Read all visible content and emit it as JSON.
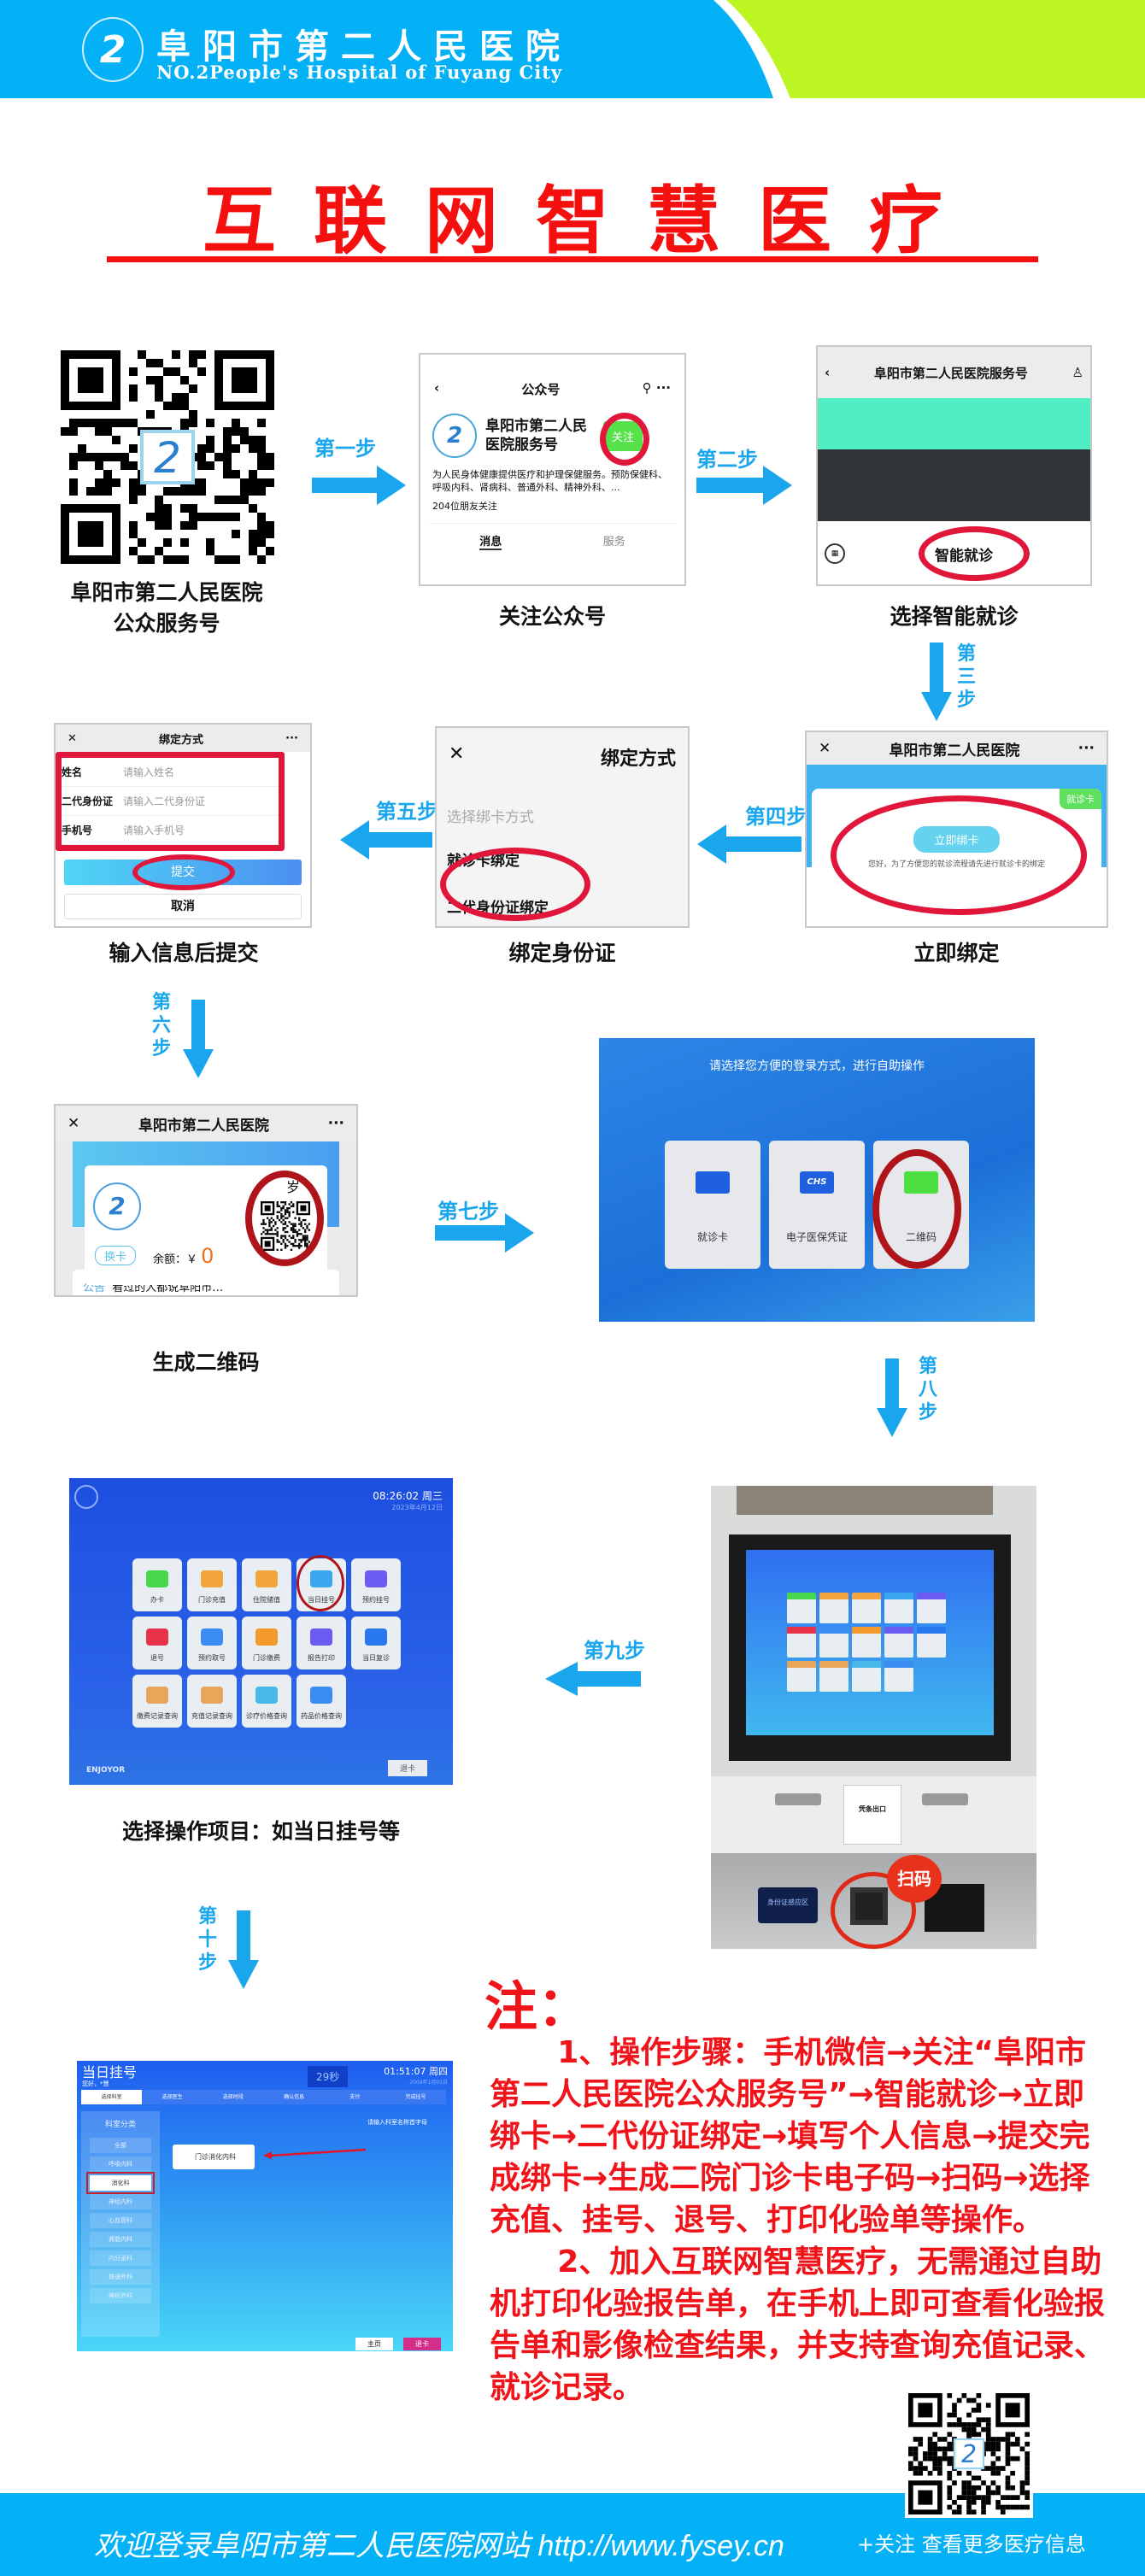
{
  "header": {
    "name_cn": "阜阳市第二人民医院",
    "name_en": "NO.2People's Hospital of Fuyang City",
    "logo_mark": "2"
  },
  "title": "互联网智慧医疗",
  "colors": {
    "brand_blue": "#04b1f7",
    "brand_green": "#bdf522",
    "accent_red": "#f51010",
    "arrow_blue": "#19a6ec"
  },
  "steps": {
    "s1": "第一步",
    "s2": "第二步",
    "s3": "第三步",
    "s4": "第四步",
    "s5": "第五步",
    "s6": "第六步",
    "s7": "第七步",
    "s8": "第八步",
    "s9": "第九步",
    "s10": "第十步"
  },
  "captions": {
    "qr_line1": "阜阳市第二人民医院",
    "qr_line2": "公众服务号",
    "follow": "关注公众号",
    "smart": "选择智能就诊",
    "bind_now": "立即绑定",
    "bind_id": "绑定身份证",
    "submit_info": "输入信息后提交",
    "gen_qr": "生成二维码",
    "select_item": "选择操作项目：如当日挂号等"
  },
  "s_follow": {
    "title": "公众号",
    "name": "阜阳市第二人民医院服务号",
    "follow_btn": "关注",
    "desc": "为人民身体健康提供医疗和护理保健服务。预防保健科、呼吸内科、肾病科、普通外科、精神外科、...",
    "friends": "204位朋友关注",
    "tab1": "消息",
    "tab2": "服务"
  },
  "s_smart": {
    "title": "阜阳市第二人民医院服务号",
    "menu": "智能就诊"
  },
  "s_bindnow": {
    "title": "阜阳市第二人民医院",
    "tag": "就诊卡",
    "btn": "立即绑卡",
    "tip": "您好，为了方便您的就诊流程请先进行就诊卡的绑定"
  },
  "s_bindway": {
    "title": "绑定方式",
    "prompt": "选择绑卡方式",
    "opt1": "就诊卡绑定",
    "opt2": "二代身份证绑定"
  },
  "s_form": {
    "title": "绑定方式",
    "rows": [
      {
        "label": "姓名",
        "ph": "请输入姓名"
      },
      {
        "label": "二代身份证",
        "ph": "请输入二代身份证"
      },
      {
        "label": "手机号",
        "ph": "请输入手机号"
      }
    ],
    "submit": "提交",
    "cancel": "取消"
  },
  "s_qr": {
    "title": "阜阳市第二人民医院",
    "age": "岁",
    "switch": "换卡",
    "balance_label": "余额：￥",
    "balance": "0",
    "notice_tag": "公告",
    "notice": "看过的人都说阜阳市…"
  },
  "s_login": {
    "prompt": "请选择您方便的登录方式，进行自助操作",
    "opts": [
      "就诊卡",
      "电子医保凭证",
      "二维码"
    ],
    "ehs": "CHS"
  },
  "s_menu": {
    "time": "08:26:02 周三",
    "date": "2023年4月12日",
    "tiles": [
      "办卡",
      "门诊充值",
      "住院储值",
      "当日挂号",
      "预约挂号",
      "退号",
      "预约取号",
      "门诊缴费",
      "报告打印",
      "当日复诊",
      "缴费记录查询",
      "充值记录查询",
      "诊疗价格查询",
      "药品价格查询"
    ],
    "brand": "ENJOYOR",
    "exit": "退卡"
  },
  "s_kiosk": {
    "slip": "凭条出口",
    "id_area": "身份证感应区",
    "scan": "扫码"
  },
  "s_reg": {
    "title": "当日挂号",
    "greet": "您好，*慧",
    "countdown": "29秒",
    "time": "01:51:07 周四",
    "date": "2009年1月01日",
    "flow": [
      "选择科室",
      "选择医生",
      "选择时段",
      "确认信息",
      "支付",
      "完成挂号"
    ],
    "cat": "科室分类",
    "search": "请输入科室名称首字母",
    "depts": [
      "全部",
      "呼吸内科",
      "消化科",
      "神经内科",
      "心血管科",
      "肾脏内科",
      "内分泌科",
      "普通外科",
      "神经外科"
    ],
    "result": "门诊消化内科",
    "home": "主页",
    "exit": "退卡"
  },
  "notes": {
    "heading": "注：",
    "p1": "1、操作步骤：手机微信→关注“阜阳市第二人民医院公众服务号”→智能就诊→立即绑卡→二代份证绑定→填写个人信息→提交完成绑卡→生成二院门诊卡电子码→扫码→选择充值、挂号、退号、打印化验单等操作。",
    "p2": "2、加入互联网智慧医疗，无需通过自助机打印化验报告单，在手机上即可查看化验报告单和影像检查结果，并支持查询充值记录、就诊记录。"
  },
  "footer": {
    "website": "欢迎登录阜阳市第二人民医院网站 http://www.fysey.cn",
    "follow": "+关注 查看更多医疗信息"
  }
}
